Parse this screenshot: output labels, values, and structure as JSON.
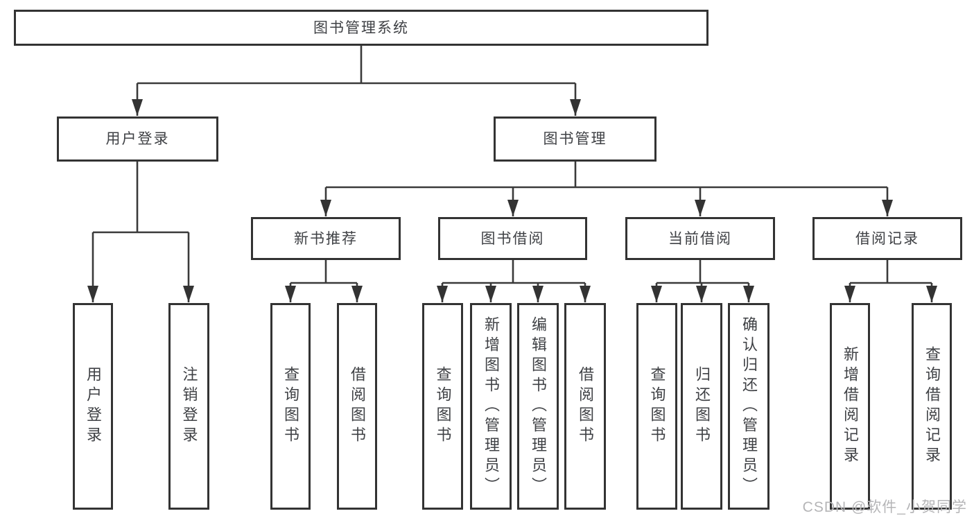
{
  "diagram_type": "hierarchy-tree",
  "colors": {
    "line": "#3a3a3a",
    "box_border": "#333333",
    "text": "#3f4145",
    "watermark": "#b5b5b7",
    "background": "#ffffff"
  },
  "tree": {
    "root": {
      "label": "图书管理系统"
    },
    "branches": [
      {
        "label": "用户登录",
        "children": [
          {
            "label": "用户登录"
          },
          {
            "label": "注销登录"
          }
        ]
      },
      {
        "label": "图书管理",
        "children": [
          {
            "label": "新书推荐",
            "children": [
              {
                "label": "查询图书"
              },
              {
                "label": "借阅图书"
              }
            ]
          },
          {
            "label": "图书借阅",
            "children": [
              {
                "label": "查询图书"
              },
              {
                "label": "新增图书（管理员）"
              },
              {
                "label": "编辑图书（管理员）"
              },
              {
                "label": "借阅图书"
              }
            ]
          },
          {
            "label": "当前借阅",
            "children": [
              {
                "label": "查询图书"
              },
              {
                "label": "归还图书"
              },
              {
                "label": "确认归还（管理员）"
              }
            ]
          },
          {
            "label": "借阅记录",
            "children": [
              {
                "label": "新增借阅记录"
              },
              {
                "label": "查询借阅记录"
              }
            ]
          }
        ]
      }
    ]
  },
  "watermark": "CSDN @软件_小贺同学"
}
